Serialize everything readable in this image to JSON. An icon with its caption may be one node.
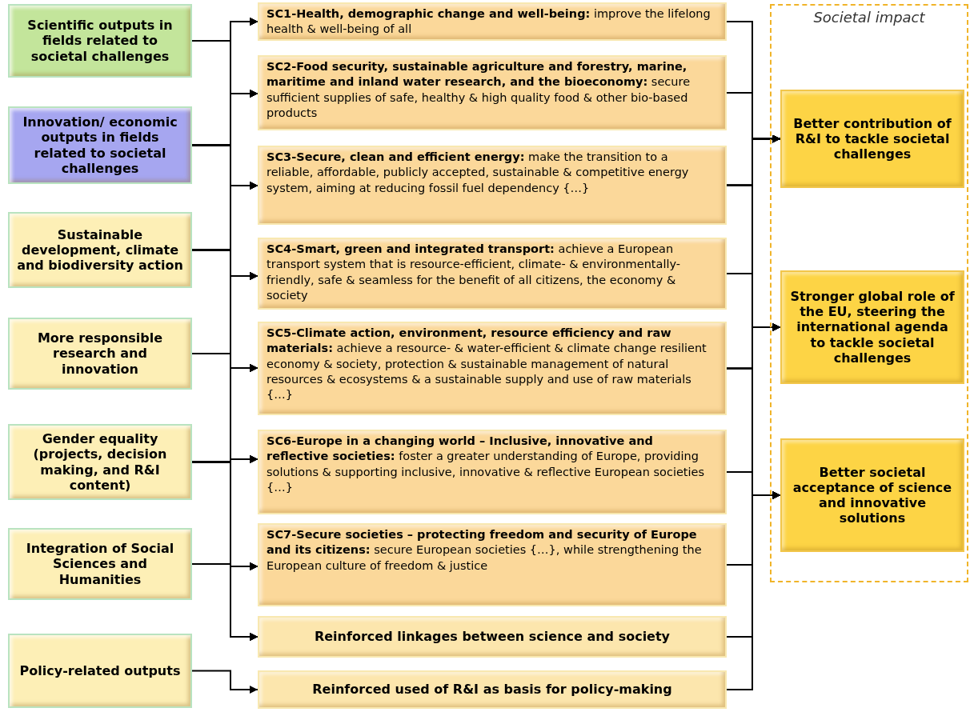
{
  "diagram": {
    "nodes": [
      {
        "text": [
          "Scientific outputs in fields related to societal challenges"
        ]
      },
      {
        "text": [
          "Innovation/ economic outputs in fields related to societal challenges"
        ]
      },
      {
        "text": [
          "Sustainable development, climate and biodiversity action"
        ]
      },
      {
        "text": [
          "More responsible research and innovation"
        ]
      },
      {
        "text": [
          "Gender equality (projects, decision making, and R&I content)"
        ]
      },
      {
        "text": [
          "Integration of Social Sciences and Humanities"
        ]
      },
      {
        "text": [
          "Policy-related outputs"
        ]
      },
      {
        "text": [
          "SC1-Health, demographic change and well-being:",
          "improve the lifelong health & well-being of all"
        ]
      },
      {
        "text": [
          "SC2-Food security, sustainable agriculture and forestry, marine, maritime and inland water research, and the bioeconomy:",
          "secure sufficient supplies of safe, healthy & high quality food & other bio-based products"
        ]
      },
      {
        "text": [
          "SC3-Secure, clean and efficient energy:",
          "make the transition to a reliable, affordable, publicly accepted, sustainable & competitive energy system, aiming at reducing fossil fuel dependency {…}"
        ]
      },
      {
        "text": [
          "SC4-Smart, green and integrated transport:",
          "achieve a European transport system that is resource-efficient, climate- & environmentally-friendly, safe & seamless for the benefit of all citizens, the economy & society"
        ]
      },
      {
        "text": [
          "SC5-Climate action, environment, resource efficiency and raw materials:",
          "achieve a resource- & water-efficient & climate change resilient economy & society, protection & sustainable management of natural resources & ecosystems & a sustainable supply and use of raw materials {…}"
        ]
      },
      {
        "text": [
          "SC6-Europe in a changing world – Inclusive, innovative and reflective societies:",
          "foster a greater understanding of Europe, providing solutions & supporting inclusive, innovative & reflective European societies {…}"
        ]
      },
      {
        "text": [
          "SC7-Secure societies – protecting freedom and security of Europe and its citizens:",
          "secure European societies {…}, while strengthening the European culture of freedom & justice"
        ]
      },
      {
        "text": [
          "Reinforced linkages between science and society"
        ]
      },
      {
        "text": [
          "Reinforced used of R&I as basis for policy-making"
        ]
      },
      {
        "text": [
          "Societal impact"
        ]
      },
      {
        "text": [
          "Better contribution of R&I to tackle societal challenges"
        ],
        "in": 16
      },
      {
        "text": [
          "Stronger global role of the EU, steering the international agenda to tackle societal challenges"
        ],
        "in": 16
      },
      {
        "text": [
          "Better societal acceptance of science and innovative solutions"
        ],
        "in": 16
      }
    ],
    "edges": [
      {
        "from": 0,
        "to": 7,
        "arrow": "to"
      },
      {
        "from": 0,
        "to": 8,
        "arrow": "to"
      },
      {
        "from": 0,
        "to": 9,
        "arrow": "to"
      },
      {
        "from": 0,
        "to": 10,
        "arrow": "to"
      },
      {
        "from": 0,
        "to": 11,
        "arrow": "to"
      },
      {
        "from": 0,
        "to": 12,
        "arrow": "to"
      },
      {
        "from": 0,
        "to": 13,
        "arrow": "to"
      },
      {
        "from": 0,
        "to": 14,
        "arrow": "to"
      },
      {
        "from": 1,
        "to": 7,
        "arrow": "to"
      },
      {
        "from": 1,
        "to": 8,
        "arrow": "to"
      },
      {
        "from": 1,
        "to": 9,
        "arrow": "to"
      },
      {
        "from": 1,
        "to": 10,
        "arrow": "to"
      },
      {
        "from": 1,
        "to": 11,
        "arrow": "to"
      },
      {
        "from": 1,
        "to": 12,
        "arrow": "to"
      },
      {
        "from": 1,
        "to": 13,
        "arrow": "to"
      },
      {
        "from": 1,
        "to": 14,
        "arrow": "to"
      },
      {
        "from": 2,
        "to": 7,
        "arrow": "to"
      },
      {
        "from": 2,
        "to": 8,
        "arrow": "to"
      },
      {
        "from": 2,
        "to": 9,
        "arrow": "to"
      },
      {
        "from": 2,
        "to": 10,
        "arrow": "to"
      },
      {
        "from": 2,
        "to": 11,
        "arrow": "to"
      },
      {
        "from": 2,
        "to": 12,
        "arrow": "to"
      },
      {
        "from": 2,
        "to": 13,
        "arrow": "to"
      },
      {
        "from": 2,
        "to": 14,
        "arrow": "to"
      },
      {
        "from": 3,
        "to": 7,
        "arrow": "to"
      },
      {
        "from": 3,
        "to": 8,
        "arrow": "to"
      },
      {
        "from": 3,
        "to": 9,
        "arrow": "to"
      },
      {
        "from": 3,
        "to": 10,
        "arrow": "to"
      },
      {
        "from": 3,
        "to": 11,
        "arrow": "to"
      },
      {
        "from": 3,
        "to": 12,
        "arrow": "to"
      },
      {
        "from": 3,
        "to": 13,
        "arrow": "to"
      },
      {
        "from": 3,
        "to": 14,
        "arrow": "to"
      },
      {
        "from": 4,
        "to": 7,
        "arrow": "to"
      },
      {
        "from": 4,
        "to": 8,
        "arrow": "to"
      },
      {
        "from": 4,
        "to": 9,
        "arrow": "to"
      },
      {
        "from": 4,
        "to": 10,
        "arrow": "to"
      },
      {
        "from": 4,
        "to": 11,
        "arrow": "to"
      },
      {
        "from": 4,
        "to": 12,
        "arrow": "to"
      },
      {
        "from": 4,
        "to": 13,
        "arrow": "to"
      },
      {
        "from": 4,
        "to": 14,
        "arrow": "to"
      },
      {
        "from": 5,
        "to": 7,
        "arrow": "to"
      },
      {
        "from": 5,
        "to": 8,
        "arrow": "to"
      },
      {
        "from": 5,
        "to": 9,
        "arrow": "to"
      },
      {
        "from": 5,
        "to": 10,
        "arrow": "to"
      },
      {
        "from": 5,
        "to": 11,
        "arrow": "to"
      },
      {
        "from": 5,
        "to": 12,
        "arrow": "to"
      },
      {
        "from": 5,
        "to": 13,
        "arrow": "to"
      },
      {
        "from": 5,
        "to": 14,
        "arrow": "to"
      },
      {
        "from": 6,
        "to": 15,
        "arrow": "to"
      },
      {
        "from": 7,
        "to": 17,
        "arrow": "to"
      },
      {
        "from": 7,
        "to": 18,
        "arrow": "to"
      },
      {
        "from": 7,
        "to": 19,
        "arrow": "to"
      },
      {
        "from": 8,
        "to": 17,
        "arrow": "to"
      },
      {
        "from": 8,
        "to": 18,
        "arrow": "to"
      },
      {
        "from": 8,
        "to": 19,
        "arrow": "to"
      },
      {
        "from": 9,
        "to": 17,
        "arrow": "to"
      },
      {
        "from": 9,
        "to": 18,
        "arrow": "to"
      },
      {
        "from": 9,
        "to": 19,
        "arrow": "to"
      },
      {
        "from": 10,
        "to": 17,
        "arrow": "to"
      },
      {
        "from": 10,
        "to": 18,
        "arrow": "to"
      },
      {
        "from": 10,
        "to": 19,
        "arrow": "to"
      },
      {
        "from": 11,
        "to": 17,
        "arrow": "to"
      },
      {
        "from": 11,
        "to": 18,
        "arrow": "to"
      },
      {
        "from": 11,
        "to": 19,
        "arrow": "to"
      },
      {
        "from": 12,
        "to": 17,
        "arrow": "to"
      },
      {
        "from": 12,
        "to": 18,
        "arrow": "to"
      },
      {
        "from": 12,
        "to": 19,
        "arrow": "to"
      },
      {
        "from": 13,
        "to": 17,
        "arrow": "to"
      },
      {
        "from": 13,
        "to": 18,
        "arrow": "to"
      },
      {
        "from": 13,
        "to": 19,
        "arrow": "to"
      },
      {
        "from": 14,
        "to": 17,
        "arrow": "to"
      },
      {
        "from": 14,
        "to": 18,
        "arrow": "to"
      },
      {
        "from": 14,
        "to": 19,
        "arrow": "to"
      },
      {
        "from": 15,
        "to": 17,
        "arrow": "to"
      },
      {
        "from": 15,
        "to": 18,
        "arrow": "to"
      },
      {
        "from": 15,
        "to": 19,
        "arrow": "to"
      }
    ]
  }
}
